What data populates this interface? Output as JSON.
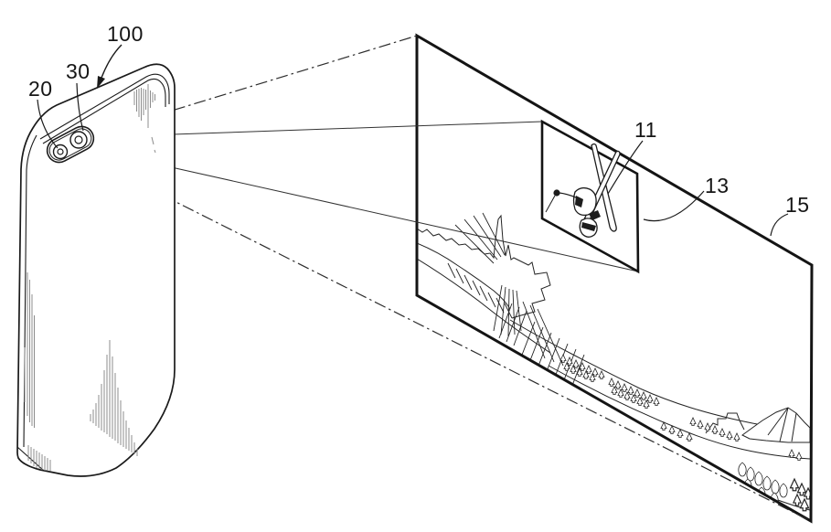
{
  "figure": {
    "title": "Dual-camera capture patent drawing",
    "background_color": "#ffffff",
    "line_color": "#1a1a1a",
    "shading_color": "#8c8c8c",
    "labels": {
      "device": "100",
      "wide_camera": "20",
      "tele_camera": "30",
      "subject": "11",
      "inner_frame": "13",
      "outer_frame": "15"
    }
  }
}
